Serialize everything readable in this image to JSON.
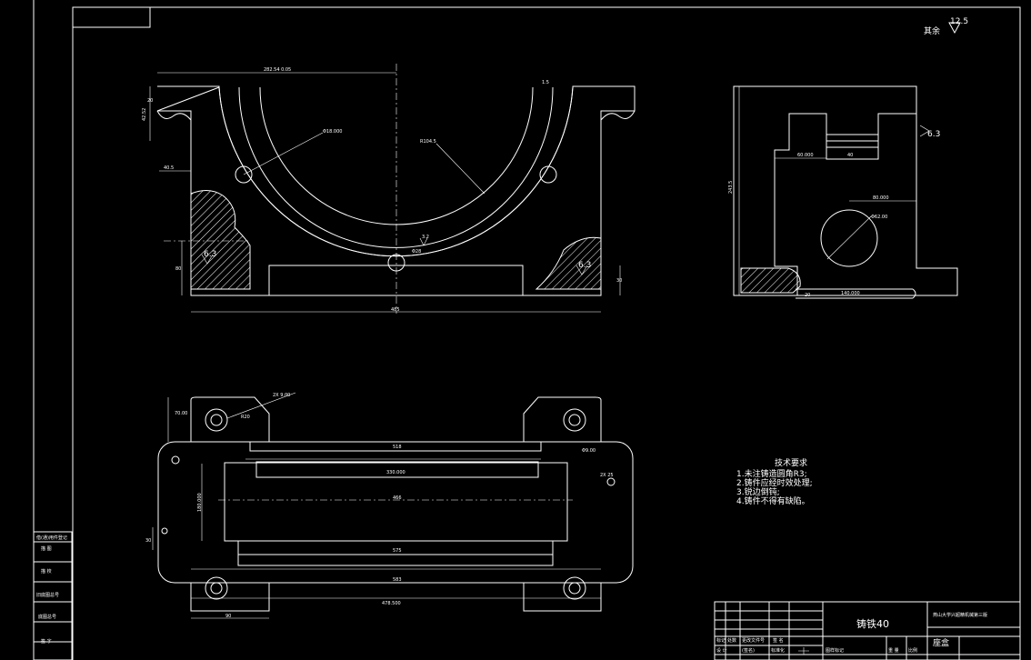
{
  "roughness_note": {
    "label": "其余",
    "value": "12.5"
  },
  "front_view": {
    "dim_top_width": "282.54 0.05",
    "dim_left_height": "42.52",
    "dim_left_small": "20",
    "dim_mid_left": "40.5",
    "dim_hole": "Φ18.000",
    "dim_radius": "R104.5",
    "dim_top_right": "1.5",
    "dim_bottom_hole": "Φ28",
    "dim_left_vertical": "80",
    "dim_right_vertical": "30",
    "dim_overall_width": "485",
    "roughness_left": "6.3",
    "roughness_center": "3.2",
    "roughness_right": "6.3"
  },
  "side_view": {
    "dim_total_height": "243.5",
    "dim_left": "60.000",
    "dim_mid": "40",
    "dim_right_offset": "80.000",
    "dim_circle": "Φ62.00",
    "dim_bottom_small": "20",
    "dim_bottom": "140.000",
    "roughness": "6.3"
  },
  "top_view": {
    "dim_corner_left": "70.00",
    "dim_diag_1": "2X 9.00",
    "dim_diag_2": "R20",
    "dim_slot_outer": "518",
    "dim_slot_inner": "330.000",
    "dim_body": "466",
    "dim_bottom_inner": "575",
    "dim_bottom_outer": "583",
    "dim_overall": "478.500",
    "dim_left_height": "180.000",
    "dim_left_small": "30",
    "dim_bottom_left": "90",
    "dim_right_hole": "Φ9.00",
    "dim_right_corner": "2X 25"
  },
  "tech_requirements": {
    "title": "技术要求",
    "items": [
      "1.未注铸造圆角R3;",
      "2.铸件应经时效处理;",
      "3.锐边倒钝;",
      "4.铸件不得有缺陷。"
    ]
  },
  "left_stamp": {
    "rows": [
      "借(通)用件登记",
      "描 图",
      "描 校",
      "旧底图总号",
      "底图总号",
      "签 字"
    ]
  },
  "title_block": {
    "material": "铸铁40",
    "school": "燕山大学兴超精机械第三版",
    "part_name": "座盒",
    "row_labels_1": [
      "标记",
      "处数",
      "更改文件号",
      "签 名"
    ],
    "row_labels_2": [
      "设 计",
      "(签名)",
      "标准化"
    ],
    "col_labels": [
      "图样标记",
      "重 量",
      "比例"
    ]
  }
}
